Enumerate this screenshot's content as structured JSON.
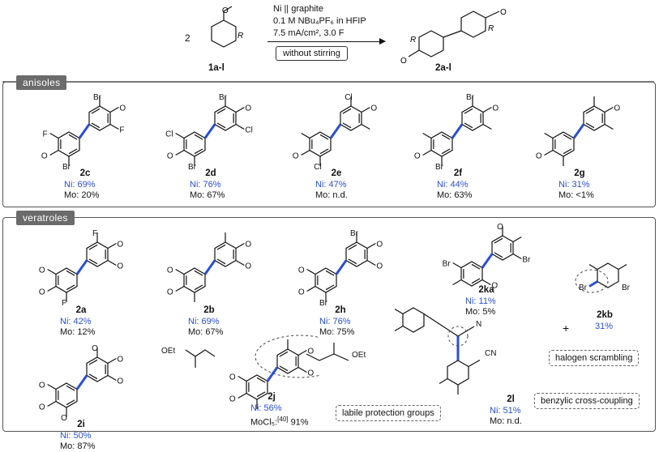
{
  "reaction": {
    "coefficient": "2",
    "start_label": "1a-l",
    "product_label": "2a-l",
    "conditions": [
      "Ni || graphite",
      "0.1 M NBu₄PF₆ in HFIP",
      "7.5 mA/cm², 3.0 F"
    ],
    "box_note": "without stirring"
  },
  "anisoles": {
    "title": "anisoles",
    "compounds": [
      {
        "label": "2c",
        "ni_prefix": "Ni:",
        "ni": "69%",
        "mo_prefix": "Mo:",
        "mo": "20%"
      },
      {
        "label": "2d",
        "ni_prefix": "Ni:",
        "ni": "76%",
        "mo_prefix": "Mo:",
        "mo": "67%"
      },
      {
        "label": "2e",
        "ni_prefix": "Ni:",
        "ni": "47%",
        "mo_prefix": "Mo:",
        "mo": "n.d."
      },
      {
        "label": "2f",
        "ni_prefix": "Ni:",
        "ni": "44%",
        "mo_prefix": "Mo:",
        "mo": "63%"
      },
      {
        "label": "2g",
        "ni_prefix": "Ni:",
        "ni": "31%",
        "mo_prefix": "Mo:",
        "mo": "<1%"
      }
    ]
  },
  "veratroles": {
    "title": "veratroles",
    "compounds": [
      {
        "label": "2a",
        "ni_prefix": "Ni:",
        "ni": "42%",
        "mo_prefix": "Mo:",
        "mo": "12%"
      },
      {
        "label": "2b",
        "ni_prefix": "Ni:",
        "ni": "69%",
        "mo_prefix": "Mo:",
        "mo": "67%"
      },
      {
        "label": "2h",
        "ni_prefix": "Ni:",
        "ni": "76%",
        "mo_prefix": "Mo:",
        "mo": "75%"
      },
      {
        "label": "2ka",
        "ni_prefix": "Ni:",
        "ni": "11%",
        "mo_prefix": "Mo:",
        "mo": "5%"
      },
      {
        "label": "2kb",
        "ni": "31%"
      },
      {
        "label": "2i",
        "ni_prefix": "Ni:",
        "ni": "50%",
        "mo_prefix": "Mo:",
        "mo": "87%"
      },
      {
        "label": "2j",
        "ni_prefix": "Ni:",
        "ni": "56%",
        "mo_prefix": "MoCl₅:",
        "mo_ref": "[40]",
        "mo": "91%"
      },
      {
        "label": "2l",
        "ni_prefix": "Ni:",
        "ni": "51%",
        "mo_prefix": "Mo:",
        "mo": "n.d."
      }
    ],
    "plus": "+",
    "notes": {
      "halogen": "halogen scrambling",
      "benzylic": "benzylic cross-coupling",
      "labile": "labile protection groups"
    }
  },
  "atoms": {
    "br": "Br",
    "cl": "Cl",
    "f": "F",
    "r": "R",
    "n": "N",
    "cn": "CN",
    "oet": "OEt",
    "o": "O"
  },
  "colors": {
    "bond_highlight": "#2a4fd6",
    "ni_text": "#2a4fd6",
    "tab_bg": "#6b6b6b"
  }
}
